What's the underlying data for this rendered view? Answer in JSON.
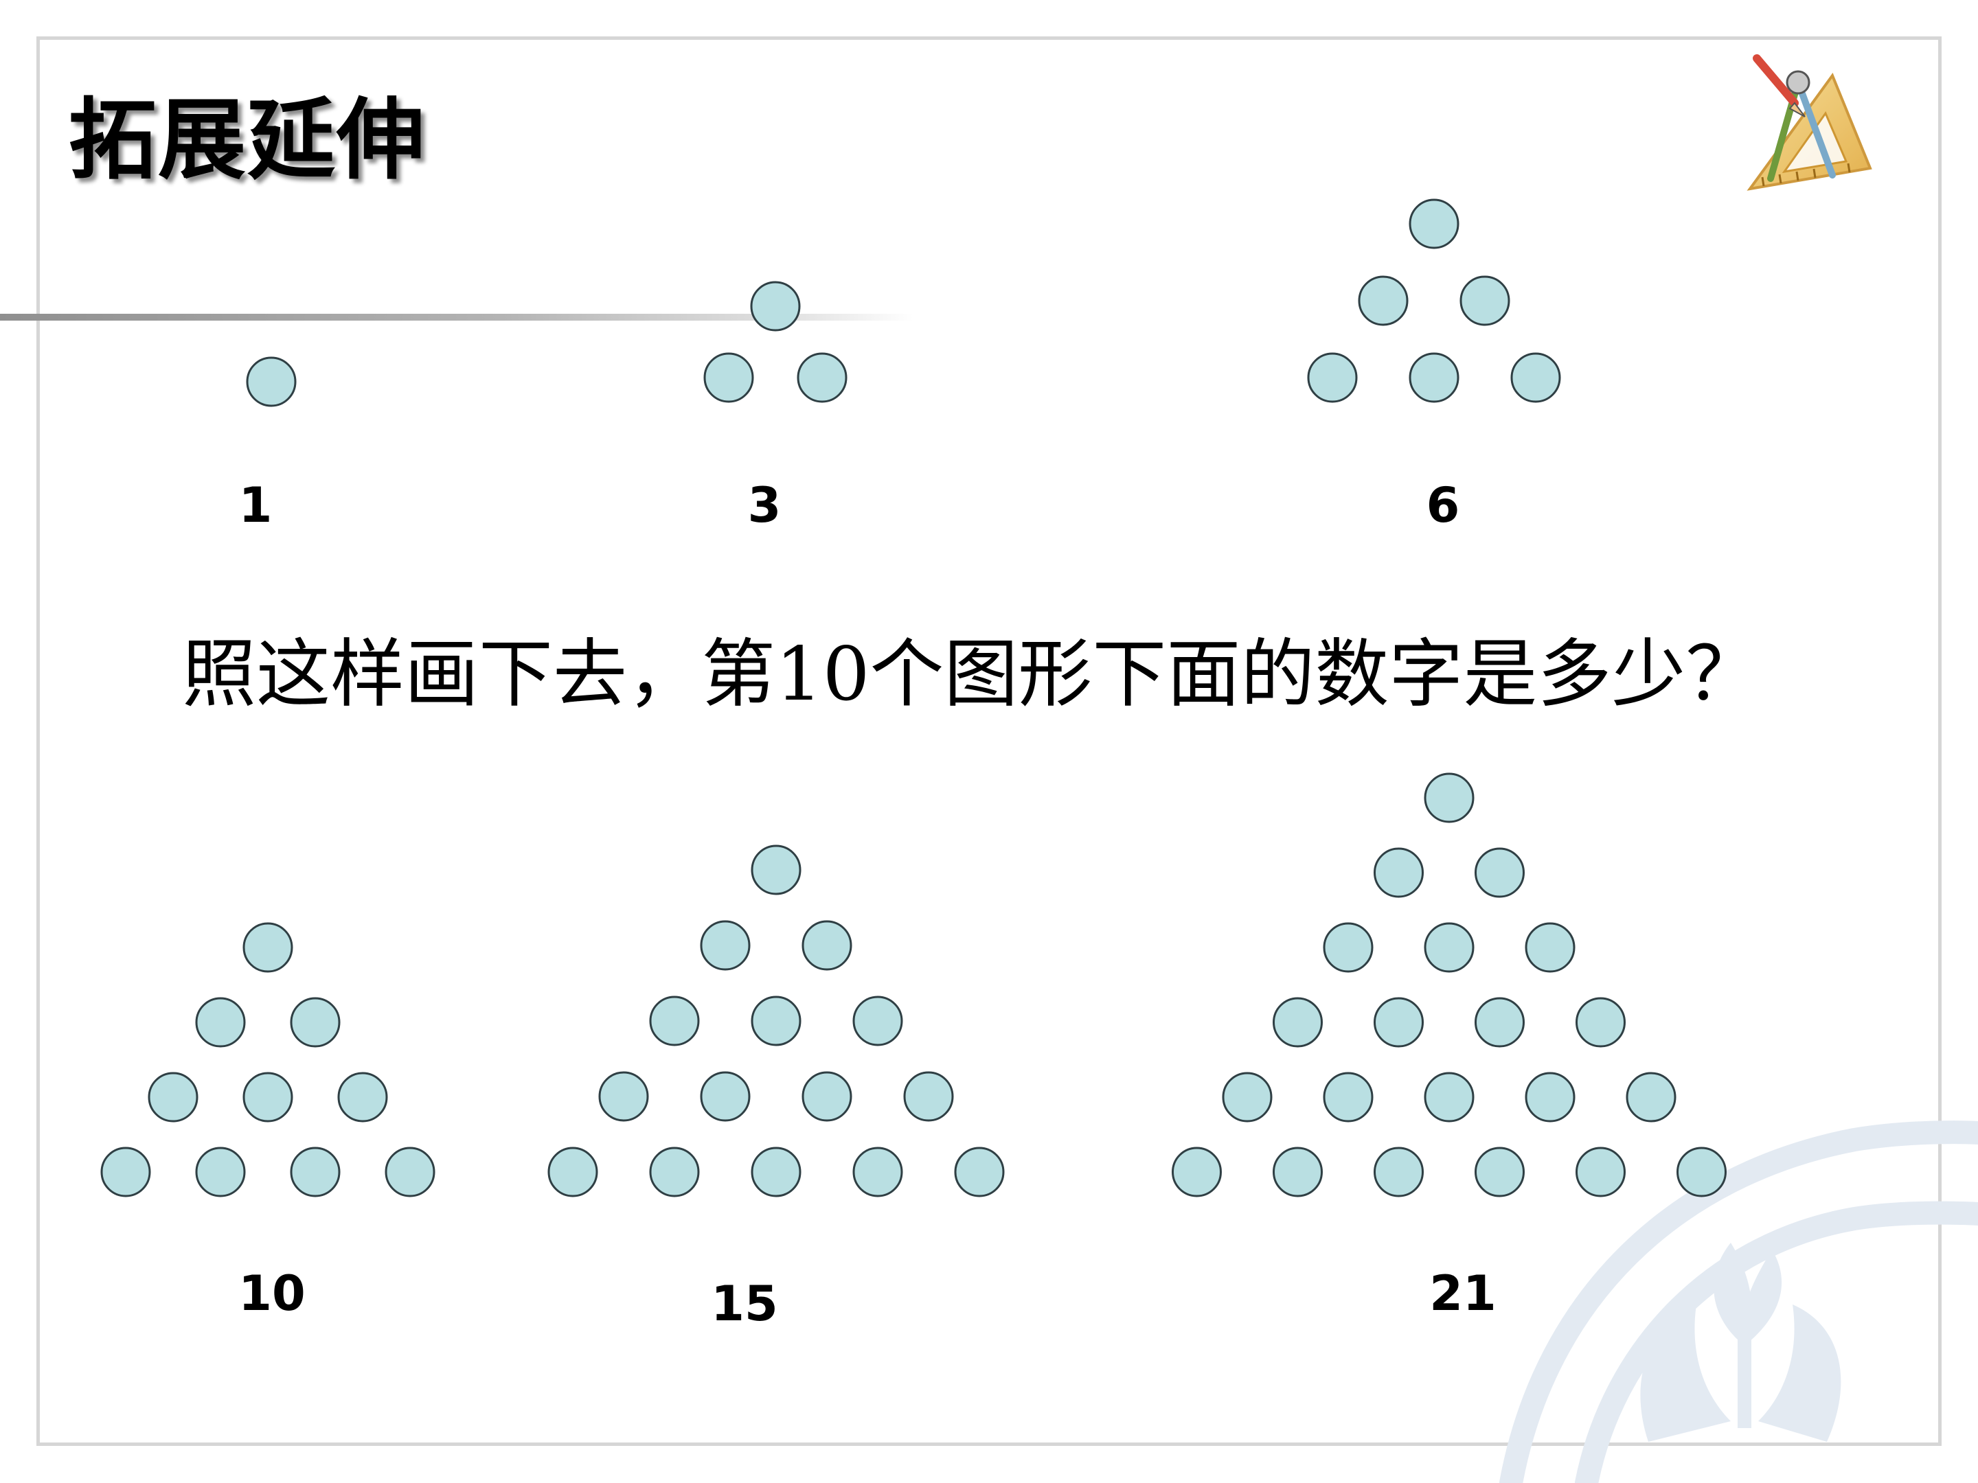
{
  "title": "拓展延伸",
  "question": "照这样画下去，第10个图形下面的数字是多少？",
  "colors": {
    "dot_fill": "#b9dfe2",
    "dot_stroke": "#2f3f44",
    "frame": "#d6d6d6",
    "watermark": "#e3eaf2"
  },
  "icons": [
    "geometry-tools-icon",
    "hands-sprout-watermark-icon"
  ],
  "figures": [
    {
      "rows": 1,
      "label": "1"
    },
    {
      "rows": 2,
      "label": "3"
    },
    {
      "rows": 3,
      "label": "6"
    },
    {
      "rows": 4,
      "label": "10"
    },
    {
      "rows": 5,
      "label": "15"
    },
    {
      "rows": 6,
      "label": "21"
    }
  ]
}
